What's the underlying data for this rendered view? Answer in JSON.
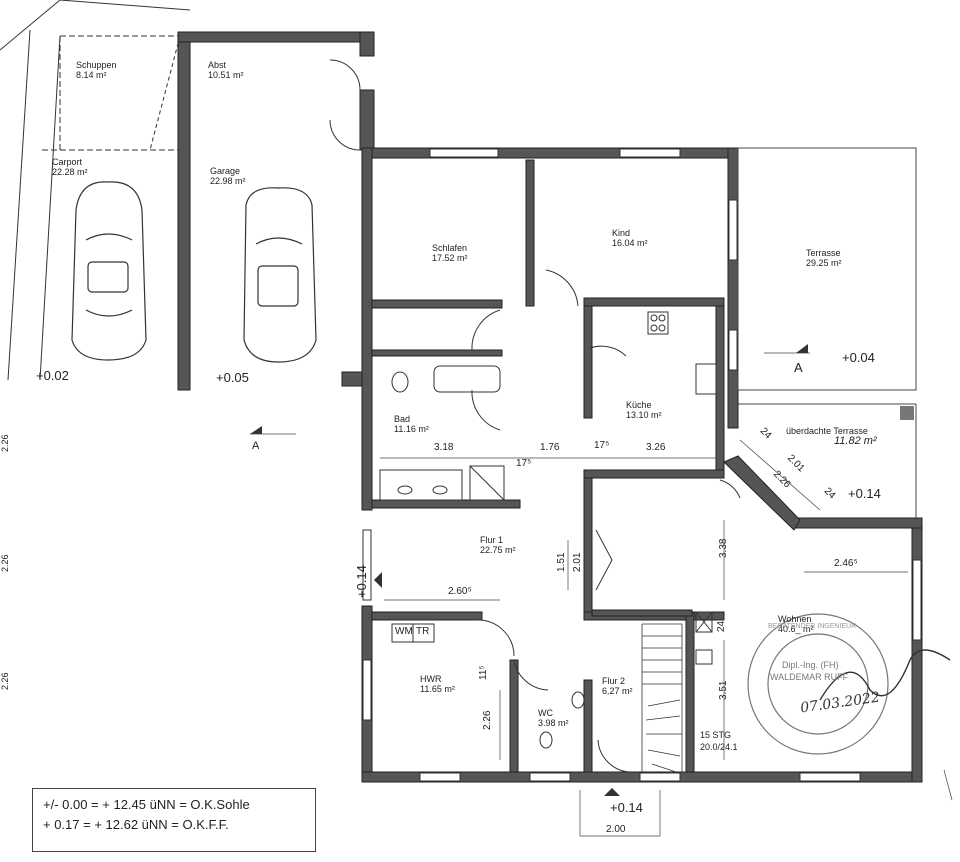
{
  "rooms": {
    "schuppen": {
      "name": "Schuppen",
      "area": "8.14 m²"
    },
    "abst": {
      "name": "Abst",
      "area": "10.51 m²"
    },
    "carport": {
      "name": "Carport",
      "area": "22.28 m²"
    },
    "garage": {
      "name": "Garage",
      "area": "22.98 m²"
    },
    "schlafen": {
      "name": "Schlafen",
      "area": "17.52 m²"
    },
    "kind": {
      "name": "Kind",
      "area": "16.04 m²"
    },
    "terrasse": {
      "name": "Terrasse",
      "area": "29.25 m²"
    },
    "bad": {
      "name": "Bad",
      "area": "11.16 m²"
    },
    "kueche": {
      "name": "Küche",
      "area": "13.10 m²"
    },
    "ueb_terrasse": {
      "name": "überdachte Terrasse",
      "area": "11.82 m²"
    },
    "flur1": {
      "name": "Flur 1",
      "area": "22.75 m²"
    },
    "hwr": {
      "name": "HWR",
      "area": "11.65 m²"
    },
    "wc": {
      "name": "WC",
      "area": "3.98 m²"
    },
    "flur2": {
      "name": "Flur 2",
      "area": "6.27 m²"
    },
    "wohnen": {
      "name": "Wohnen",
      "area": "40.6_ m²"
    }
  },
  "levels": {
    "carport": "+0.02",
    "garage": "+0.05",
    "terrasse": "+0.04",
    "ueb_terrasse": "+0.14",
    "entry_left": "+0.14",
    "entry_bottom": "+0.14"
  },
  "dimensions": {
    "bad_w": "3.18",
    "flur_w": "1.76",
    "kueche_w": "3.26",
    "k175a": "17⁵",
    "k175b": "17⁵",
    "flur_h1": "1.51",
    "flur_h2": "2.01",
    "flur_w2": "2.60⁵",
    "wohnen_h1": "3.38",
    "wohnen_w": "2.46⁵",
    "wohnen_h2": "3.51",
    "hwr_h": "2.26",
    "hwr_d": "11⁵",
    "stair": "15 STG",
    "stair2": "20.0/24.1",
    "ter_a": "2.01",
    "ter_b": "2.26",
    "ter_c": "24",
    "ter_d": "24",
    "bottom": "2.00",
    "side1": "2.26",
    "side2": "2.26",
    "side3": "2.26",
    "w24": "24"
  },
  "section": {
    "a1": "A",
    "a2": "A"
  },
  "fixtures": {
    "wm": "WM",
    "tr": "TR"
  },
  "legend": {
    "line1": "+/- 0.00 = + 12.45 üNN = O.K.Sohle",
    "line2": "+ 0.17 = + 12.62 üNN = O.K.F.F."
  },
  "stamp": {
    "top": "Dipl.-Ing. (FH)",
    "name": "WALDEMAR RUFF",
    "ring": "BERATENDER INGENIEUR"
  },
  "signature": {
    "date": "07.03.2022"
  }
}
